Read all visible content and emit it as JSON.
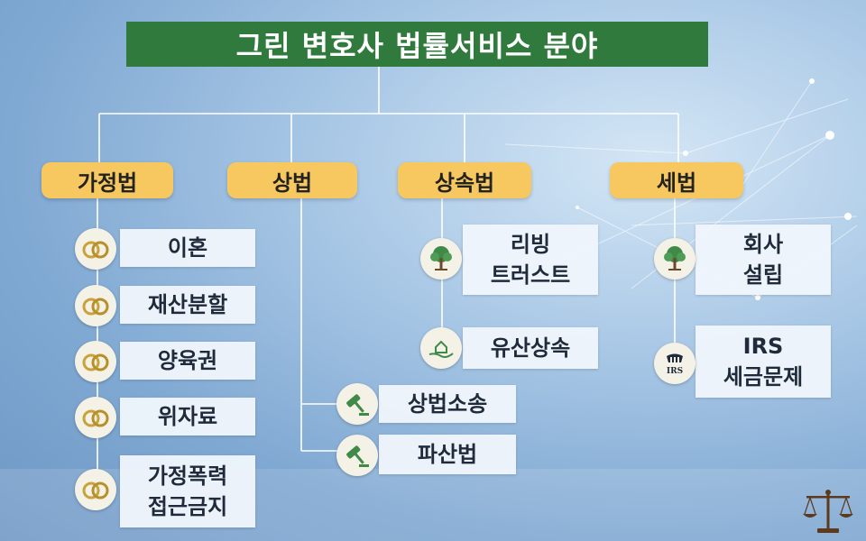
{
  "title": "그린 변호사 법률서비스 분야",
  "categories": [
    {
      "label": "가정법",
      "items": [
        "이혼",
        "재산분할",
        "양육권",
        "위자료",
        "가정폭력\n접근금지"
      ]
    },
    {
      "label": "상법",
      "items": [
        "상법소송",
        "파산법"
      ]
    },
    {
      "label": "상속법",
      "items": [
        "리빙\n트러스트",
        "유산상속"
      ]
    },
    {
      "label": "세법",
      "items": [
        "회사\n설립",
        "IRS\n세금문제"
      ]
    }
  ],
  "icons": {
    "family": "wedding-rings-icon",
    "commercial": "gavel-icon",
    "trust": "tree-icon",
    "estate": "hand-house-icon",
    "company": "tree-icon",
    "irs": "irs-eagle-icon",
    "corner": "scales-icon"
  },
  "irs_label": "IRS",
  "colors": {
    "title_bg": "#2f7a3c",
    "category_bg": "#f6c85f",
    "icon_green": "#3f8a46",
    "ring_gold": "#c9a23a"
  }
}
